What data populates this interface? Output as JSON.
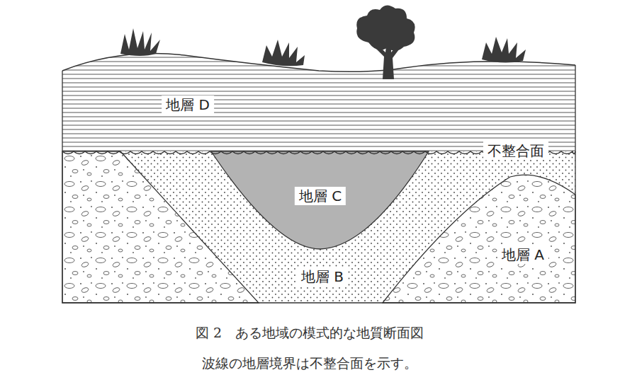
{
  "diagram": {
    "caption": "図 2　ある地域の模式的な地質断面図",
    "labels": [
      "地層 D",
      "不整合面",
      "地層 C",
      "地層 B",
      "地層 A",
      "波線の地層境界は不整合面を示す。"
    ]
  }
}
